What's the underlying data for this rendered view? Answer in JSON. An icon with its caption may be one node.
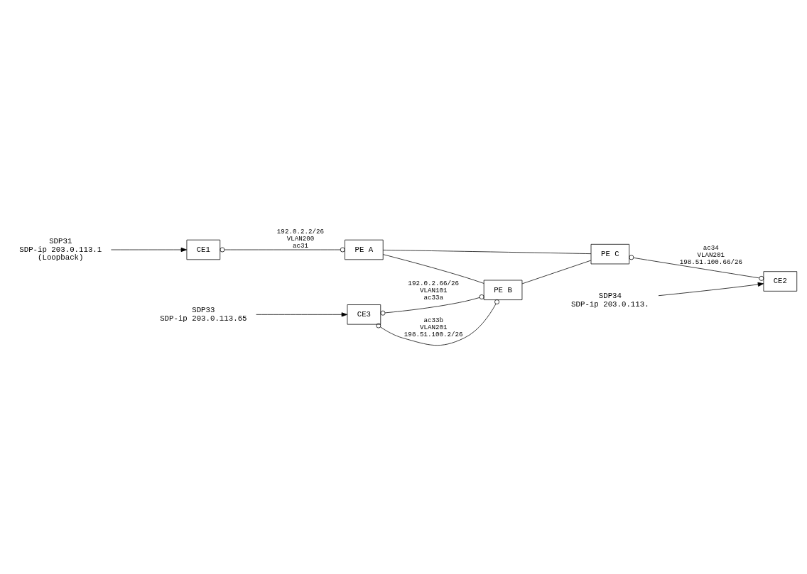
{
  "diagram": {
    "nodes": [
      {
        "text": [
          "SDP31",
          "SDP-ip 203.0.113.1",
          "(Loopback)"
        ]
      },
      {
        "text": [
          "CE1"
        ]
      },
      {
        "text": [
          "PE A"
        ]
      },
      {
        "text": [
          "SDP34",
          "SDP-ip 203.0.113."
        ]
      },
      {
        "text": [
          "SDP33",
          "SDP-ip 203.0.113.65"
        ]
      },
      {
        "text": [
          "PE C"
        ]
      },
      {
        "text": [
          "CE2"
        ]
      },
      {
        "text": [
          "CE3"
        ]
      },
      {
        "text": [
          "PE B"
        ]
      }
    ],
    "edges": [
      {
        "from": 0,
        "to": 1,
        "arrow": "to"
      },
      {
        "from": 1,
        "to": 2,
        "arrow": "other",
        "label": "192.0.2.2/26 VLAN200 ac31"
      },
      {
        "from": 2,
        "to": 5,
        "arrow": "none"
      },
      {
        "from": 2,
        "to": 8,
        "arrow": "none"
      },
      {
        "from": 3,
        "to": 6,
        "arrow": "to"
      },
      {
        "from": 4,
        "to": 7,
        "arrow": "to"
      },
      {
        "from": 5,
        "to": 6,
        "arrow": "other",
        "label": "ac34 VLAN201 198.51.100.66/26"
      },
      {
        "from": 7,
        "to": 8,
        "arrow": "other",
        "label": "192.0.2.66/26 VLAN101 ac33a"
      },
      {
        "from": 7,
        "to": 8,
        "arrow": "other",
        "label": "ac33b VLAN201 198.51.100.2/26"
      },
      {
        "from": 8,
        "to": 5,
        "arrow": "none"
      }
    ]
  }
}
